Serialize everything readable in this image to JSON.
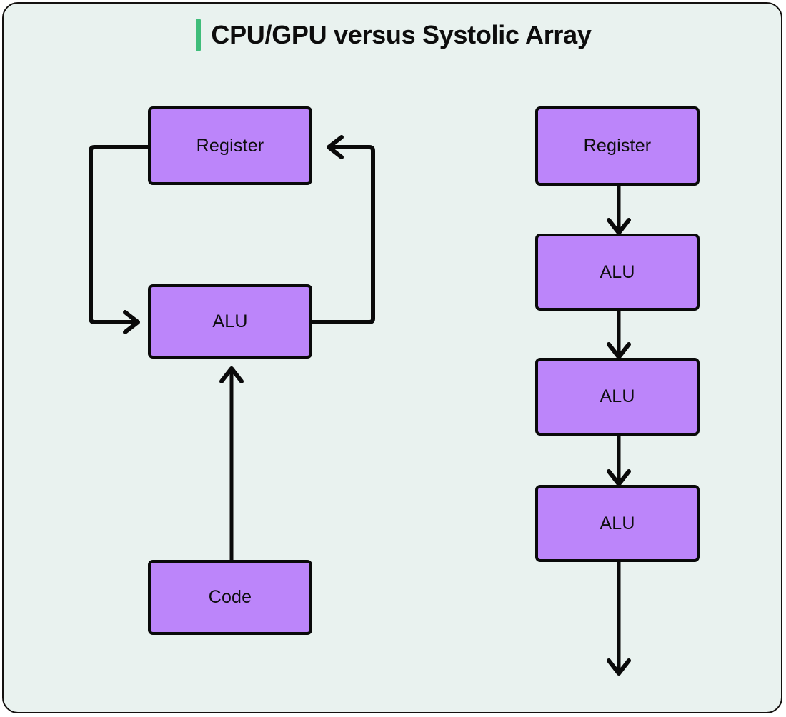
{
  "card": {
    "background_color": "#e9f2ef",
    "border_color": "#14110f"
  },
  "header": {
    "accent_color": "#3fbd7a",
    "title": "CPU/GPU versus Systolic Array"
  },
  "diagram": {
    "type": "flowchart",
    "node_fill_color": "#bc85fa",
    "node_border_color": "#0a0a0a",
    "edge_color": "#0a0a0a",
    "panels": [
      {
        "id": "cpu-gpu",
        "name": "CPU/GPU",
        "nodes": [
          {
            "id": "left-register",
            "label": "Register"
          },
          {
            "id": "left-alu",
            "label": "ALU"
          },
          {
            "id": "left-code",
            "label": "Code"
          }
        ],
        "edges": [
          {
            "from": "left-register",
            "to": "left-alu",
            "shape": "elbow-left",
            "arrowhead": "open-v"
          },
          {
            "from": "left-alu",
            "to": "left-register",
            "shape": "elbow-right",
            "arrowhead": "open-v"
          },
          {
            "from": "left-code",
            "to": "left-alu",
            "shape": "straight-up",
            "arrowhead": "open-v"
          }
        ]
      },
      {
        "id": "systolic-array",
        "name": "Systolic Array",
        "nodes": [
          {
            "id": "right-register",
            "label": "Register"
          },
          {
            "id": "right-alu-1",
            "label": "ALU"
          },
          {
            "id": "right-alu-2",
            "label": "ALU"
          },
          {
            "id": "right-alu-3",
            "label": "ALU"
          }
        ],
        "edges": [
          {
            "from": "right-register",
            "to": "right-alu-1",
            "shape": "straight-down",
            "arrowhead": "open-v"
          },
          {
            "from": "right-alu-1",
            "to": "right-alu-2",
            "shape": "straight-down",
            "arrowhead": "open-v"
          },
          {
            "from": "right-alu-2",
            "to": "right-alu-3",
            "shape": "straight-down",
            "arrowhead": "open-v"
          },
          {
            "from": "right-alu-3",
            "to": "output",
            "shape": "straight-down-long",
            "arrowhead": "open-v"
          }
        ]
      }
    ]
  }
}
